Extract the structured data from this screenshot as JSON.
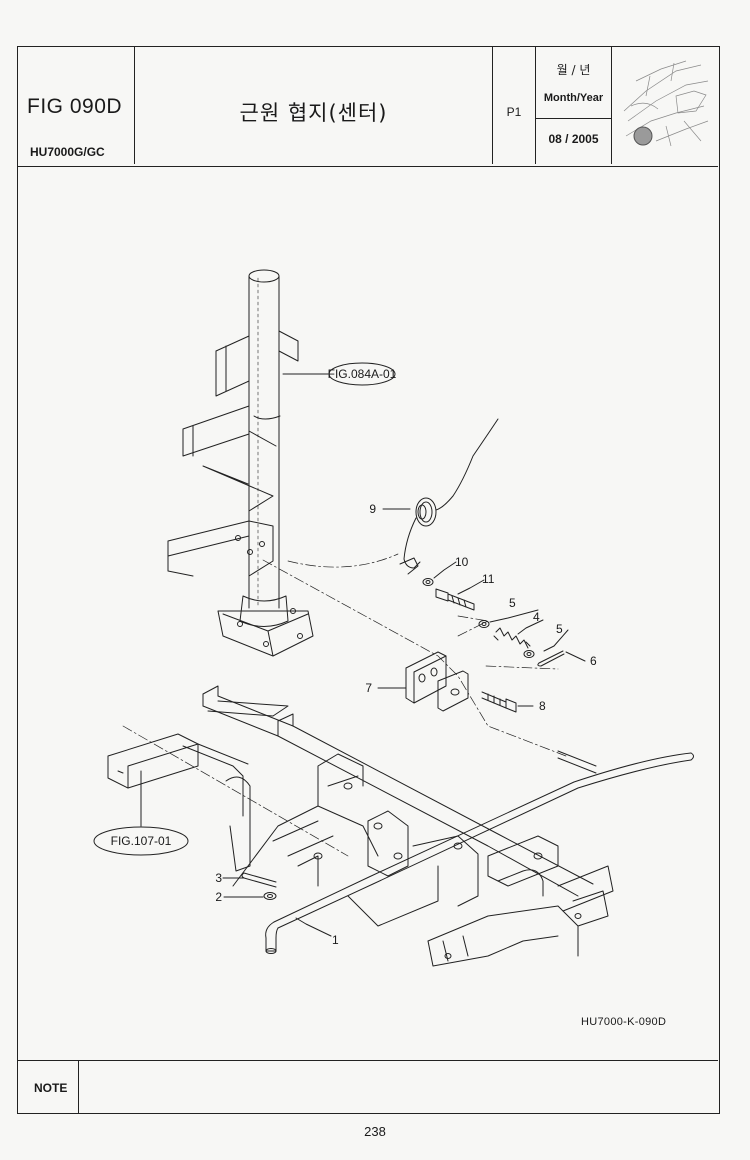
{
  "header": {
    "fig_number": "FIG 090D",
    "model": "HU7000G/GC",
    "title": "근원 협지(센터)",
    "page_code": "P1",
    "date_label_korean": "월 / 년",
    "date_label_english": "Month/Year",
    "date_value": "08 / 2005"
  },
  "callouts": {
    "fig_084a": "FIG.084A-01",
    "fig_107": "FIG.107-01",
    "part_1": "1",
    "part_2": "2",
    "part_3": "3",
    "part_4": "4",
    "part_5a": "5",
    "part_5b": "5",
    "part_6": "6",
    "part_7": "7",
    "part_8": "8",
    "part_9": "9",
    "part_10": "10",
    "part_11": "11"
  },
  "drawing_code": "HU7000-K-090D",
  "note": {
    "label": "NOTE",
    "text": ""
  },
  "footer": {
    "page_number": "238"
  }
}
